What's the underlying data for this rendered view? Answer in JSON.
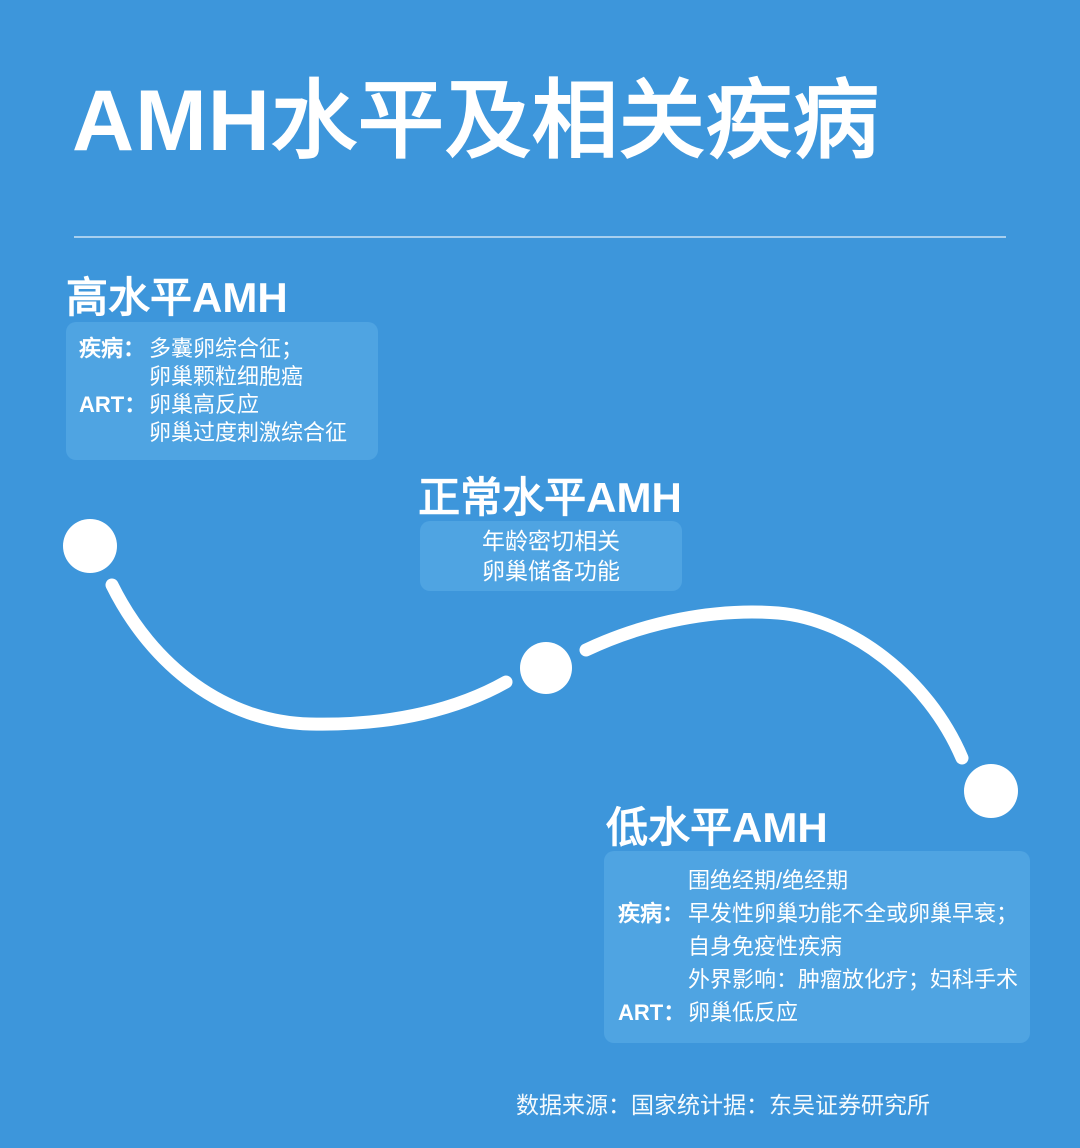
{
  "title": "AMH水平及相关疾病",
  "footer": "数据来源：国家统计据：东吴证券研究所",
  "sections": {
    "high": {
      "heading": "高水平AMH",
      "rows": [
        {
          "label": "疾病：",
          "text": "多囊卵综合征；"
        },
        {
          "label": "",
          "text": "卵巢颗粒细胞癌"
        },
        {
          "label": "ART：",
          "text": "卵巢高反应"
        },
        {
          "label": "",
          "text": "卵巢过度刺激综合征"
        }
      ]
    },
    "normal": {
      "heading": "正常水平AMH",
      "lines": [
        "年龄密切相关",
        "卵巢储备功能"
      ]
    },
    "low": {
      "heading": "低水平AMH",
      "rows": [
        {
          "label": "",
          "text": "围绝经期/绝经期"
        },
        {
          "label": "疾病：",
          "text": "早发性卵巢功能不全或卵巢早衰；"
        },
        {
          "label": "",
          "text": "自身免疫性疾病"
        },
        {
          "label": "",
          "text": "外界影响：肿瘤放化疗；妇科手术"
        },
        {
          "label": "ART：",
          "text": "卵巢低反应"
        }
      ]
    }
  },
  "colors": {
    "background": "#3D96DB",
    "box": "#4FA4E2",
    "curve": "#FFFFFF",
    "text": "#FFFFFF"
  }
}
